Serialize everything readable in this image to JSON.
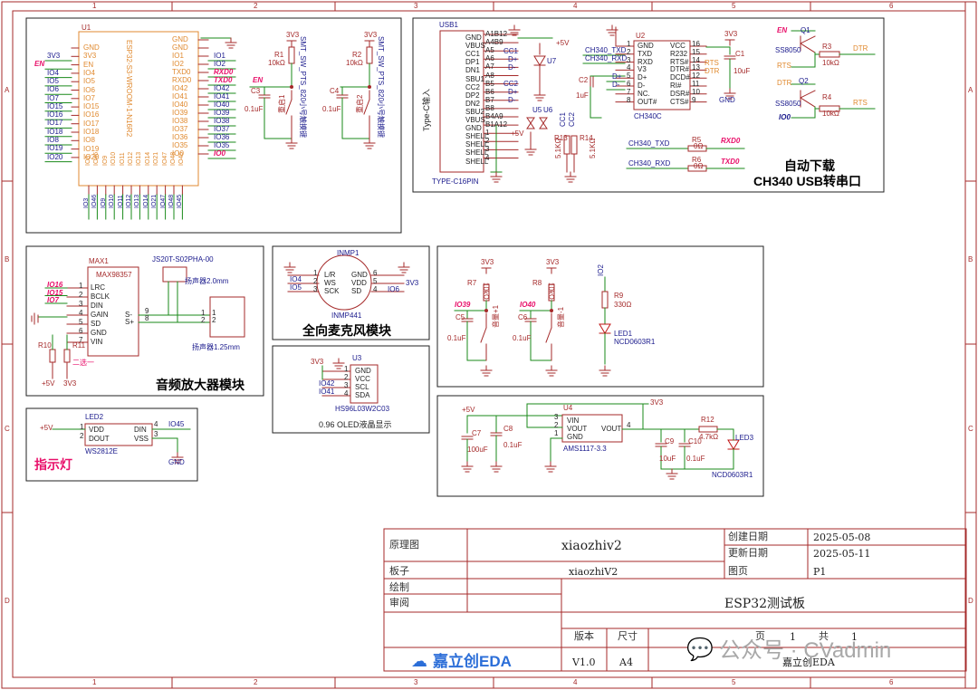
{
  "border": {
    "cols": [
      "1",
      "2",
      "3",
      "4",
      "5",
      "6"
    ],
    "rows": [
      "A",
      "B",
      "C",
      "D"
    ]
  },
  "blocks": {
    "esp32": {
      "ref": "U1",
      "part": "ESP32-S3-WROOM-1-N16R2",
      "left_pins": [
        "GND",
        "3V3",
        "EN",
        "IO4",
        "IO5",
        "IO6",
        "IO7",
        "IO15",
        "IO16",
        "IO17",
        "IO18",
        "IO8",
        "IO19",
        "IO20"
      ],
      "left_nets": [
        "3V3",
        "EN",
        "IO4",
        "IO5",
        "IO6",
        "IO7",
        "IO15",
        "IO16",
        "IO17",
        "IO18",
        "IO8",
        "IO19",
        "IO20"
      ],
      "right_pins": [
        "GND",
        "GND",
        "IO1",
        "IO2",
        "TXD0",
        "RXD0",
        "IO42",
        "IO41",
        "IO40",
        "IO39",
        "IO38",
        "IO37",
        "IO36",
        "IO35",
        "IO0"
      ],
      "right_nets": [
        "IO1",
        "IO2",
        "RXD0",
        "TXD0",
        "IO42",
        "IO41",
        "IO40",
        "IO39",
        "IO38",
        "IO37",
        "IO36",
        "IO35",
        "IO0"
      ],
      "bottom_pins": [
        "IO3",
        "IO46",
        "IO9",
        "IO10",
        "IO11",
        "IO12",
        "IO13",
        "IO14",
        "IO21",
        "IO47",
        "IO48",
        "IO45"
      ],
      "bottom_nets": [
        "IO3",
        "IO46",
        "IO9",
        "IO10",
        "IO11",
        "IO12",
        "IO13",
        "IO14",
        "IO21",
        "IO47",
        "IO48",
        "IO45"
      ],
      "reset": {
        "r1": "R1",
        "r1v": "10kΩ",
        "c3": "C3",
        "c3v": "0.1uF",
        "sw": "重启1",
        "swpart": "SMT_SW_PTS_820小号触摸键",
        "net": "EN",
        "vcc": "3V3"
      },
      "boot": {
        "r2": "R2",
        "r2v": "10kΩ",
        "c4": "C4",
        "c4v": "0.1uF",
        "sw": "重启2",
        "swpart": "SMT_SW_PTS_820小号触摸键",
        "net": "IO0",
        "vcc": "3V3"
      }
    },
    "usb": {
      "ref": "USB1",
      "part": "TYPE-C16PIN",
      "side": "Type-C输入",
      "pins": [
        "GND",
        "VBUS",
        "CC1",
        "DP1",
        "DN1",
        "SBU1",
        "CC2",
        "DP2",
        "DN2",
        "SBU2",
        "VBUS",
        "GND",
        "SHELL",
        "SHELL",
        "SHELL",
        "SHELL"
      ],
      "pinnums": [
        "A1B12",
        "A4B9",
        "A5",
        "A6",
        "A7",
        "A8",
        "B5",
        "B6",
        "B7",
        "B8",
        "B4A9",
        "B1A12",
        "1",
        "2",
        "3",
        "4"
      ],
      "nets": [
        "CC1",
        "D+",
        "D-",
        "CC2",
        "D+",
        "D-",
        "+5V"
      ],
      "u7": "U7",
      "u5": "U5",
      "u6": "U6",
      "cc1": "CC1",
      "cc2": "CC2",
      "r13": "R13",
      "r13v": "5.1KΩ",
      "r14": "R14",
      "r14v": "5.1KΩ",
      "ch340": {
        "ref": "U2",
        "part": "CH340C",
        "left": [
          "GND",
          "TXD",
          "RXD",
          "V3",
          "D+",
          "D-",
          "NC.",
          "OUT#"
        ],
        "right": [
          "VCC",
          "R232",
          "RTS#",
          "DTR#",
          "DCD#",
          "RI#",
          "DSR#",
          "CTS#"
        ],
        "lnums": [
          "1",
          "2",
          "3",
          "4",
          "5",
          "6",
          "7",
          "8"
        ],
        "rnums": [
          "16",
          "15",
          "14",
          "13",
          "12",
          "11",
          "10",
          "9"
        ],
        "txd": "CH340_TXD",
        "rxd": "CH340_RXD",
        "c2": "C2",
        "c2v": "1uF",
        "c1": "C1",
        "c1v": "10uF",
        "vcc": "3V3",
        "gnd": "GND",
        "dp": "D+",
        "dn": "D-",
        "rts": "RTS",
        "dtr": "DTR"
      },
      "auto": {
        "q1": "Q1",
        "q1p": "SS8050",
        "q2": "Q2",
        "q2p": "SS8050",
        "r3": "R3",
        "r3v": "10kΩ",
        "r4": "R4",
        "r4v": "10kΩ",
        "en": "EN",
        "rts": "RTS",
        "dtr": "DTR",
        "io0": "IO0",
        "dtr_out": "DTR",
        "rts_out": "RTS"
      },
      "r5": "R5",
      "r5v": "0Ω",
      "r6": "R6",
      "r6v": "0Ω",
      "txd": "CH340_TXD",
      "rxd": "CH340_RXD",
      "rxd0": "RXD0",
      "txd0": "TXD0",
      "title1": "自动下载",
      "title2": "CH340 USB转串口"
    },
    "amp": {
      "ref": "MAX1",
      "part": "MAX98357",
      "pins": [
        "LRC",
        "BCLK",
        "DIN",
        "GAIN",
        "SD",
        "GND",
        "VIN",
        "S-",
        "S+"
      ],
      "pinnums": [
        "1",
        "2",
        "3",
        "4",
        "5",
        "6",
        "7",
        "9",
        "8"
      ],
      "nets": [
        "IO16",
        "IO15",
        "IO7"
      ],
      "conn": "JS20T-S02PHA-00",
      "spk1": "扬声器2.0mm",
      "spk2": "扬声器1.25mm",
      "r10": "R10",
      "r11": "R11",
      "sel": "二选一",
      "v5": "+5V",
      "v3": "3V3",
      "title": "音频放大器模块"
    },
    "mic": {
      "ref": "INMP1",
      "part": "INMP441",
      "left": [
        "L/R",
        "WS",
        "SCK"
      ],
      "right": [
        "GND",
        "VDD",
        "SD"
      ],
      "lnums": [
        "1",
        "2",
        "3"
      ],
      "rnums": [
        "6",
        "5",
        "4"
      ],
      "nets": [
        "IO4",
        "IO5",
        "IO6",
        "3V3"
      ],
      "title": "全向麦克风模块"
    },
    "oled": {
      "ref": "U3",
      "part": "HS96L03W2C03",
      "pins": [
        "GND",
        "VCC",
        "SCL",
        "SDA"
      ],
      "nums": [
        "1",
        "2",
        "3",
        "4"
      ],
      "nets": [
        "3V3",
        "IO42",
        "IO41"
      ],
      "title": "0.96 OLED液晶显示"
    },
    "buttons": {
      "r7": "R7",
      "r7v": "10kΩ",
      "c5": "C5",
      "c5v": "0.1uF",
      "sw1": "音量+1",
      "net1": "IO39",
      "r8": "R8",
      "r8v": "10kΩ",
      "c6": "C6",
      "c6v": "0.1uF",
      "sw2": "音量-1",
      "net2": "IO40",
      "vcc": "3V3",
      "led": {
        "net": "IO2",
        "r9": "R9",
        "r9v": "330Ω",
        "led1": "LED1",
        "led1p": "NCD0603R1"
      }
    },
    "ldo": {
      "v5": "+5V",
      "v3": "3V3",
      "u4": "U4",
      "u4p": "AMS1117-3.3",
      "pins": [
        "VIN",
        "VOUT",
        "GND",
        "VOUT"
      ],
      "nums": [
        "3",
        "2",
        "1",
        "4"
      ],
      "c7": "C7",
      "c7v": "100uF",
      "c8": "C8",
      "c8v": "0.1uF",
      "c9": "C9",
      "c9v": "10uF",
      "c10": "C10",
      "c10v": "0.1uF",
      "r12": "R12",
      "r12v": "4.7kΩ",
      "led3": "LED3",
      "led3p": "NCD0603R1"
    },
    "ws": {
      "ref": "LED2",
      "part": "WS2812E",
      "pins": [
        "VDD",
        "DOUT",
        "DIN",
        "VSS"
      ],
      "nums": [
        "1",
        "2",
        "4",
        "3"
      ],
      "net": "IO45",
      "v5": "+5V",
      "gnd": "GND",
      "title": "指示灯"
    }
  },
  "title_block": {
    "row1_label": "原理图",
    "design": "xiaozhiv2",
    "created_label": "创建日期",
    "created": "2025-05-08",
    "updated_label": "更新日期",
    "updated": "2025-05-11",
    "board_label": "板子",
    "board": "xiaozhiV2",
    "page_label": "图页",
    "page": "P1",
    "drawn_label": "绘制",
    "review_label": "审阅",
    "project": "ESP32测试板",
    "version_label": "版本",
    "size_label": "尺寸",
    "page_no_label": "页",
    "page_no": "1",
    "total_label": "共",
    "total": "1",
    "version": "V1.0",
    "size": "A4",
    "company": "嘉立创EDA",
    "logo": "嘉立创EDA"
  },
  "watermark": "公众号 · CVadmin"
}
